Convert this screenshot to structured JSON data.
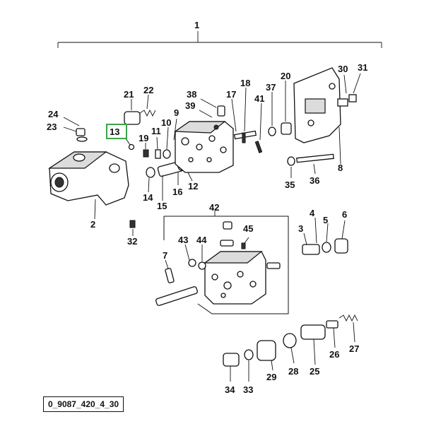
{
  "diagram": {
    "reference_code": "0_9087_420_4_30",
    "highlighted_callout": "13",
    "highlight_color": "#3aa64a",
    "callouts": {
      "c1": "1",
      "c2": "2",
      "c3": "3",
      "c4": "4",
      "c5": "5",
      "c6": "6",
      "c7": "7",
      "c8": "8",
      "c9": "9",
      "c10": "10",
      "c11": "11",
      "c12": "12",
      "c13": "13",
      "c14": "14",
      "c15": "15",
      "c16": "16",
      "c17": "17",
      "c18": "18",
      "c19": "19",
      "c20": "20",
      "c21": "21",
      "c22": "22",
      "c23": "23",
      "c24": "24",
      "c25": "25",
      "c26": "26",
      "c27": "27",
      "c28": "28",
      "c29": "29",
      "c30": "30",
      "c31": "31",
      "c32": "32",
      "c33": "33",
      "c34": "34",
      "c35": "35",
      "c36": "36",
      "c37": "37",
      "c38": "38",
      "c39": "39",
      "c41": "41",
      "c42": "42",
      "c43": "43",
      "c44": "44",
      "c45": "45"
    }
  }
}
